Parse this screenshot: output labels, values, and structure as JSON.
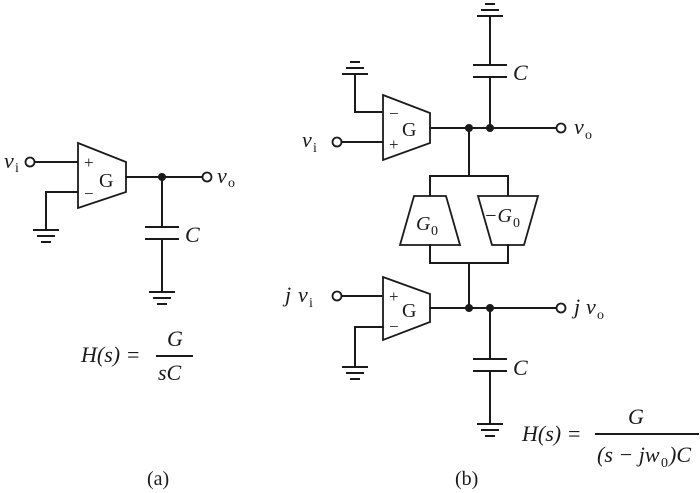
{
  "figure_a": {
    "caption": "(a)",
    "input_label": "v",
    "input_sub": "i",
    "output_label": "v",
    "output_sub": "o",
    "amp_label": "G",
    "amp_plus": "+",
    "amp_minus": "−",
    "cap_label": "C",
    "tf_lhs": "H(s) =",
    "tf_num": "G",
    "tf_den": "sC"
  },
  "figure_b": {
    "caption": "(b)",
    "top_in_label": "v",
    "top_in_sub": "i",
    "top_out_label": "v",
    "top_out_sub": "o",
    "top_amp_label": "G",
    "top_amp_minus": "−",
    "top_amp_plus": "+",
    "top_cap_label": "C",
    "g0_label": "G",
    "g0_sub": "0",
    "neg_g0_label": "−G",
    "neg_g0_sub": "0",
    "bot_in_prefix": "j",
    "bot_in_label": "v",
    "bot_in_sub": "i",
    "bot_out_prefix": "j",
    "bot_out_label": "v",
    "bot_out_sub": "o",
    "bot_amp_label": "G",
    "bot_amp_plus": "+",
    "bot_amp_minus": "−",
    "bot_cap_label": "C",
    "tf_lhs": "H(s) =",
    "tf_num": "G",
    "tf_den_a": "(s − jw",
    "tf_den_sub": "0",
    "tf_den_b": ")C"
  }
}
